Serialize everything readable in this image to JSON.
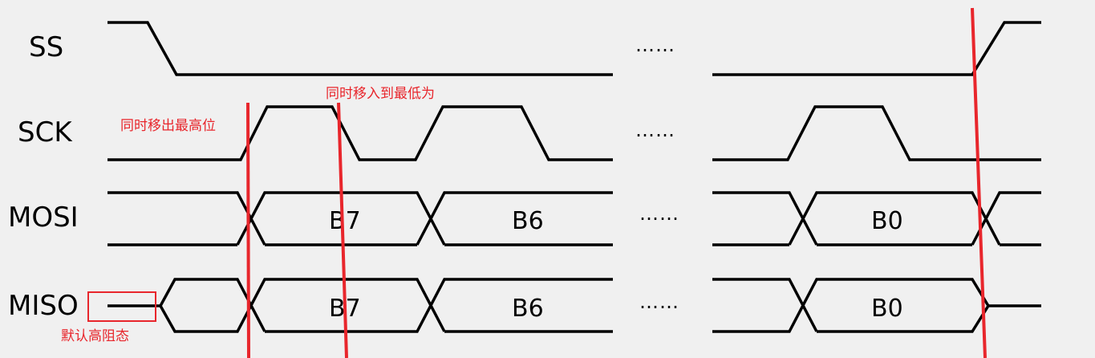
{
  "signals": {
    "ss": "SS",
    "sck": "SCK",
    "mosi": "MOSI",
    "miso": "MISO"
  },
  "ellipsis": "……",
  "mosi_bits": [
    "B7",
    "B6",
    "B0"
  ],
  "miso_bits": [
    "B7",
    "B6",
    "B0"
  ],
  "annotations": {
    "shift_out": "同时移出最高位",
    "shift_in": "同时移入到最低为",
    "default_high_z": "默认高阻态"
  },
  "colors": {
    "wave": "#000000",
    "annotation": "#e8262c",
    "background": "#f0f0f0"
  }
}
